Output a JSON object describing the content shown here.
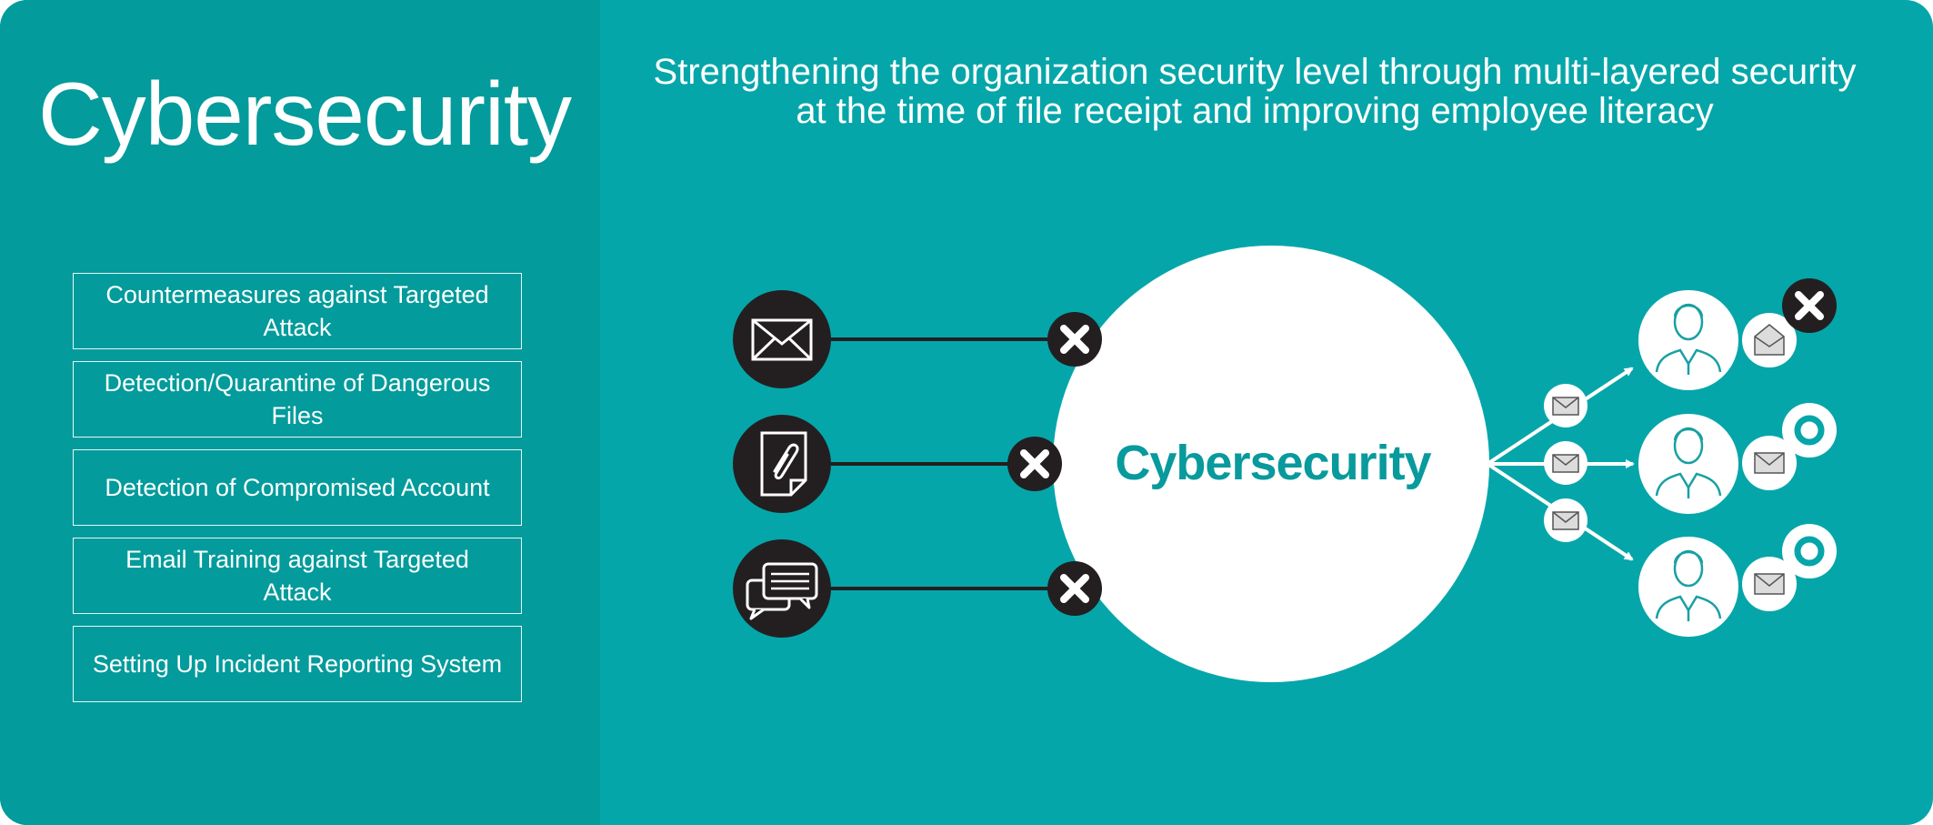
{
  "title": "Cybersecurity",
  "subtitle": "Strengthening the organization security level through multi-layered security at the time of file receipt and improving employee literacy",
  "measures": [
    "Countermeasures against Targeted Attack",
    "Detection/Quarantine of Dangerous Files",
    "Detection of Compromised Account",
    "Email Training against Targeted Attack",
    "Setting Up Incident Reporting System"
  ],
  "center_label": "Cybersecurity",
  "inputs": [
    {
      "icon": "envelope-icon",
      "status": "blocked"
    },
    {
      "icon": "attachment-file-icon",
      "status": "blocked"
    },
    {
      "icon": "chat-message-icon",
      "status": "blocked"
    }
  ],
  "employees": [
    {
      "icon": "employee-icon",
      "mail": "opened-envelope-icon",
      "status": "fail"
    },
    {
      "icon": "employee-icon",
      "mail": "envelope-icon",
      "status": "pass"
    },
    {
      "icon": "employee-icon",
      "mail": "envelope-icon",
      "status": "pass"
    }
  ],
  "colors": {
    "background": "#05a6a9",
    "left_panel": "#039b9b",
    "dark": "#231f20",
    "white": "#ffffff",
    "accent_text": "#089a9c",
    "employee_line": "#19a0a3"
  }
}
